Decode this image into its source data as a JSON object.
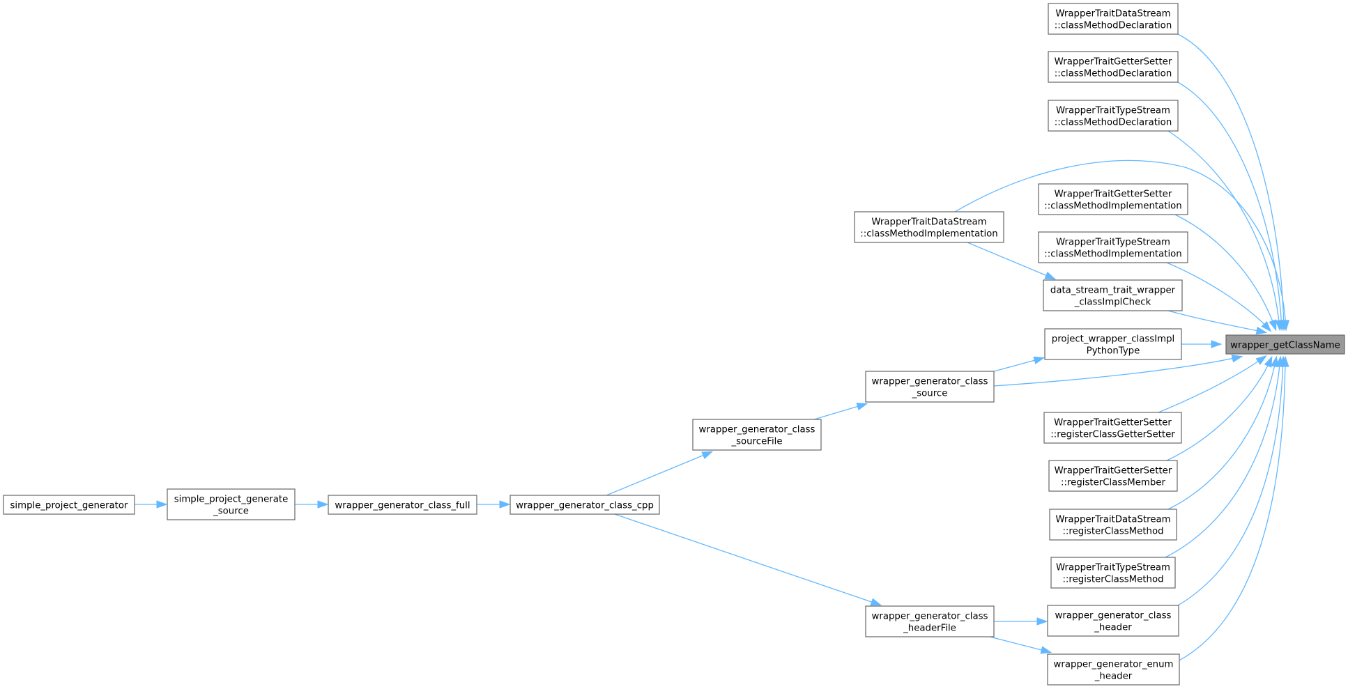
{
  "diagram": {
    "type": "caller-graph",
    "colors": {
      "edge": "#63b8ff",
      "node_border": "#666666",
      "node_fill": "#ffffff",
      "focus_fill": "#999999",
      "text": "#000000"
    },
    "nodes": [
      {
        "id": "getClassName",
        "focus": true,
        "lines": [
          "wrapper_getClassName"
        ]
      },
      {
        "id": "ds_decl",
        "lines": [
          "WrapperTraitDataStream",
          "::classMethodDeclaration"
        ]
      },
      {
        "id": "gs_decl",
        "lines": [
          "WrapperTraitGetterSetter",
          "::classMethodDeclaration"
        ]
      },
      {
        "id": "ts_decl",
        "lines": [
          "WrapperTraitTypeStream",
          "::classMethodDeclaration"
        ]
      },
      {
        "id": "gs_impl",
        "lines": [
          "WrapperTraitGetterSetter",
          "::classMethodImplementation"
        ]
      },
      {
        "id": "ts_impl",
        "lines": [
          "WrapperTraitTypeStream",
          "::classMethodImplementation"
        ]
      },
      {
        "id": "ds_check",
        "lines": [
          "data_stream_trait_wrapper",
          "_classImplCheck"
        ]
      },
      {
        "id": "pw_py",
        "lines": [
          "project_wrapper_classImpl",
          "PythonType"
        ]
      },
      {
        "id": "gs_regGS",
        "lines": [
          "WrapperTraitGetterSetter",
          "::registerClassGetterSetter"
        ]
      },
      {
        "id": "gs_regMem",
        "lines": [
          "WrapperTraitGetterSetter",
          "::registerClassMember"
        ]
      },
      {
        "id": "ds_regMeth",
        "lines": [
          "WrapperTraitDataStream",
          "::registerClassMethod"
        ]
      },
      {
        "id": "ts_regMeth",
        "lines": [
          "WrapperTraitTypeStream",
          "::registerClassMethod"
        ]
      },
      {
        "id": "wg_class_header",
        "lines": [
          "wrapper_generator_class",
          "_header"
        ]
      },
      {
        "id": "wg_enum_header",
        "lines": [
          "wrapper_generator_enum",
          "_header"
        ]
      },
      {
        "id": "ds_impl",
        "lines": [
          "WrapperTraitDataStream",
          "::classMethodImplementation"
        ]
      },
      {
        "id": "wg_source",
        "lines": [
          "wrapper_generator_class",
          "_source"
        ]
      },
      {
        "id": "wg_headerFile",
        "lines": [
          "wrapper_generator_class",
          "_headerFile"
        ]
      },
      {
        "id": "wg_sourceFile",
        "lines": [
          "wrapper_generator_class",
          "_sourceFile"
        ]
      },
      {
        "id": "wg_cpp",
        "lines": [
          "wrapper_generator_class_cpp"
        ]
      },
      {
        "id": "wg_full",
        "lines": [
          "wrapper_generator_class_full"
        ]
      },
      {
        "id": "sp_gen_src",
        "lines": [
          "simple_project_generate",
          "_source"
        ]
      },
      {
        "id": "sp_gen",
        "lines": [
          "simple_project_generator"
        ]
      }
    ],
    "edges": [
      {
        "from": "ds_decl",
        "to": "getClassName"
      },
      {
        "from": "gs_decl",
        "to": "getClassName"
      },
      {
        "from": "ts_decl",
        "to": "getClassName"
      },
      {
        "from": "ds_impl",
        "to": "getClassName"
      },
      {
        "from": "gs_impl",
        "to": "getClassName"
      },
      {
        "from": "ts_impl",
        "to": "getClassName"
      },
      {
        "from": "ds_check",
        "to": "getClassName"
      },
      {
        "from": "pw_py",
        "to": "getClassName"
      },
      {
        "from": "wg_source",
        "to": "getClassName"
      },
      {
        "from": "gs_regGS",
        "to": "getClassName"
      },
      {
        "from": "gs_regMem",
        "to": "getClassName"
      },
      {
        "from": "ds_regMeth",
        "to": "getClassName"
      },
      {
        "from": "ts_regMeth",
        "to": "getClassName"
      },
      {
        "from": "wg_class_header",
        "to": "getClassName"
      },
      {
        "from": "wg_enum_header",
        "to": "getClassName"
      },
      {
        "from": "ds_impl",
        "to": "ds_check"
      },
      {
        "from": "wg_source",
        "to": "pw_py"
      },
      {
        "from": "wg_sourceFile",
        "to": "wg_source"
      },
      {
        "from": "wg_cpp",
        "to": "wg_sourceFile"
      },
      {
        "from": "wg_cpp",
        "to": "wg_headerFile"
      },
      {
        "from": "wg_headerFile",
        "to": "wg_class_header"
      },
      {
        "from": "wg_headerFile",
        "to": "wg_enum_header"
      },
      {
        "from": "wg_full",
        "to": "wg_cpp"
      },
      {
        "from": "sp_gen_src",
        "to": "wg_full"
      },
      {
        "from": "sp_gen",
        "to": "sp_gen_src"
      }
    ]
  }
}
